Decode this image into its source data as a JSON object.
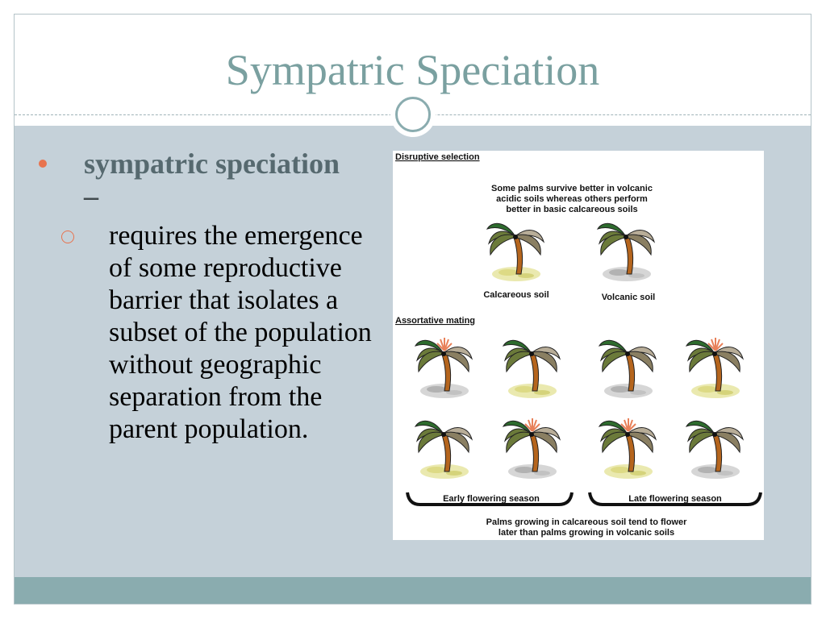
{
  "slide": {
    "title": "Sympatric Speciation",
    "bullet_term": "sympatric speciation",
    "bullet_dash": " –",
    "sub_bullet": "requires the emergence of some reproductive barrier that isolates a subset of the population without geographic separation from the parent population."
  },
  "figure": {
    "section1_heading": "Disruptive selection",
    "section1_line1": "Some palms survive better in volcanic",
    "section1_line2": "acidic soils whereas others perform",
    "section1_line3": "better in basic calcareous soils",
    "label_calcareous": "Calcareous soil",
    "label_volcanic": "Volcanic soil",
    "section2_heading": "Assortative mating",
    "label_early": "Early flowering season",
    "label_late": "Late flowering season",
    "caption_line1": "Palms growing in calcareous soil tend to flower",
    "caption_line2": "later than palms growing in volcanic soils"
  },
  "colors": {
    "title": "#7aa0a0",
    "content_bg": "#c5d1d9",
    "footer": "#8aacaf",
    "bullet_accent": "#e8734e"
  }
}
